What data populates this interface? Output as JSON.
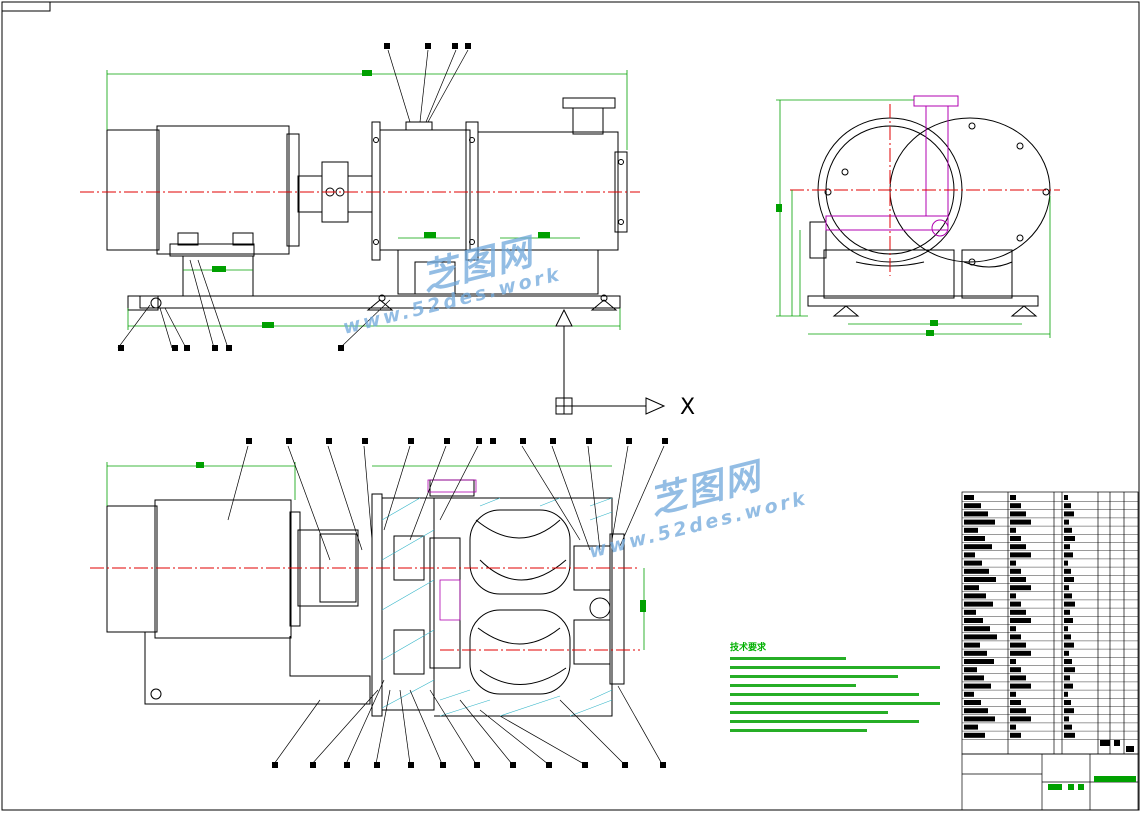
{
  "watermark": {
    "brand_cn": "芝图网",
    "url": "www.52des.work"
  },
  "technical_requirements": {
    "title": "技术要求",
    "line_count": 9
  },
  "annotations": {
    "axis_label": "X"
  },
  "colors": {
    "outline": "#000000",
    "centerline": "#e00000",
    "dimension": "#00a000",
    "hatch": "#33b5c8",
    "pipe": "#b000b0",
    "watermark": "#6fa8dc"
  }
}
